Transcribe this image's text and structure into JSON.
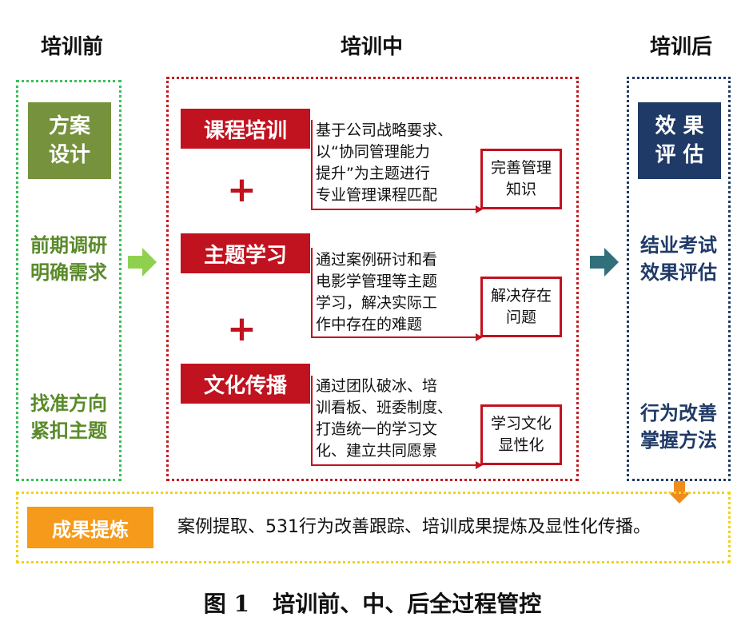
{
  "phases": {
    "before": "培训前",
    "during": "培训中",
    "after": "培训后"
  },
  "before": {
    "block": "方案\n设计",
    "item1": "前期调研\n明确需求",
    "item2": "找准方向\n紧扣主题"
  },
  "during": {
    "rows": [
      {
        "label": "课程培训",
        "desc": "基于公司战略要求、\n以“协同管理能力\n提升”为主题进行\n专业管理课程匹配",
        "result": "完善管理\n知识"
      },
      {
        "label": "主题学习",
        "desc": "通过案例研讨和看\n电影学管理等主题\n学习，解决实际工\n作中存在的难题",
        "result": "解决存在\n问题"
      },
      {
        "label": "文化传播",
        "desc": "通过团队破冰、培\n训看板、班委制度、\n打造统一的学习文\n化、建立共同愿景",
        "result": "学习文化\n显性化"
      }
    ],
    "plus": "+"
  },
  "after": {
    "block": "效 果\n评 估",
    "item1": "结业考试\n效果评估",
    "item2": "行为改善\n掌握方法"
  },
  "outcome": {
    "label": "成果提炼",
    "text": "案例提取、531行为改善跟踪、培训成果提炼及显性化传播。"
  },
  "caption": "图 1   培训前、中、后全过程管控",
  "colors": {
    "green_block": "#76923c",
    "red_block": "#c1121f",
    "navy_block": "#1f3a66",
    "orange_block": "#f59a1b",
    "arrow_green": "#8fd14f",
    "arrow_teal": "#31707a"
  }
}
